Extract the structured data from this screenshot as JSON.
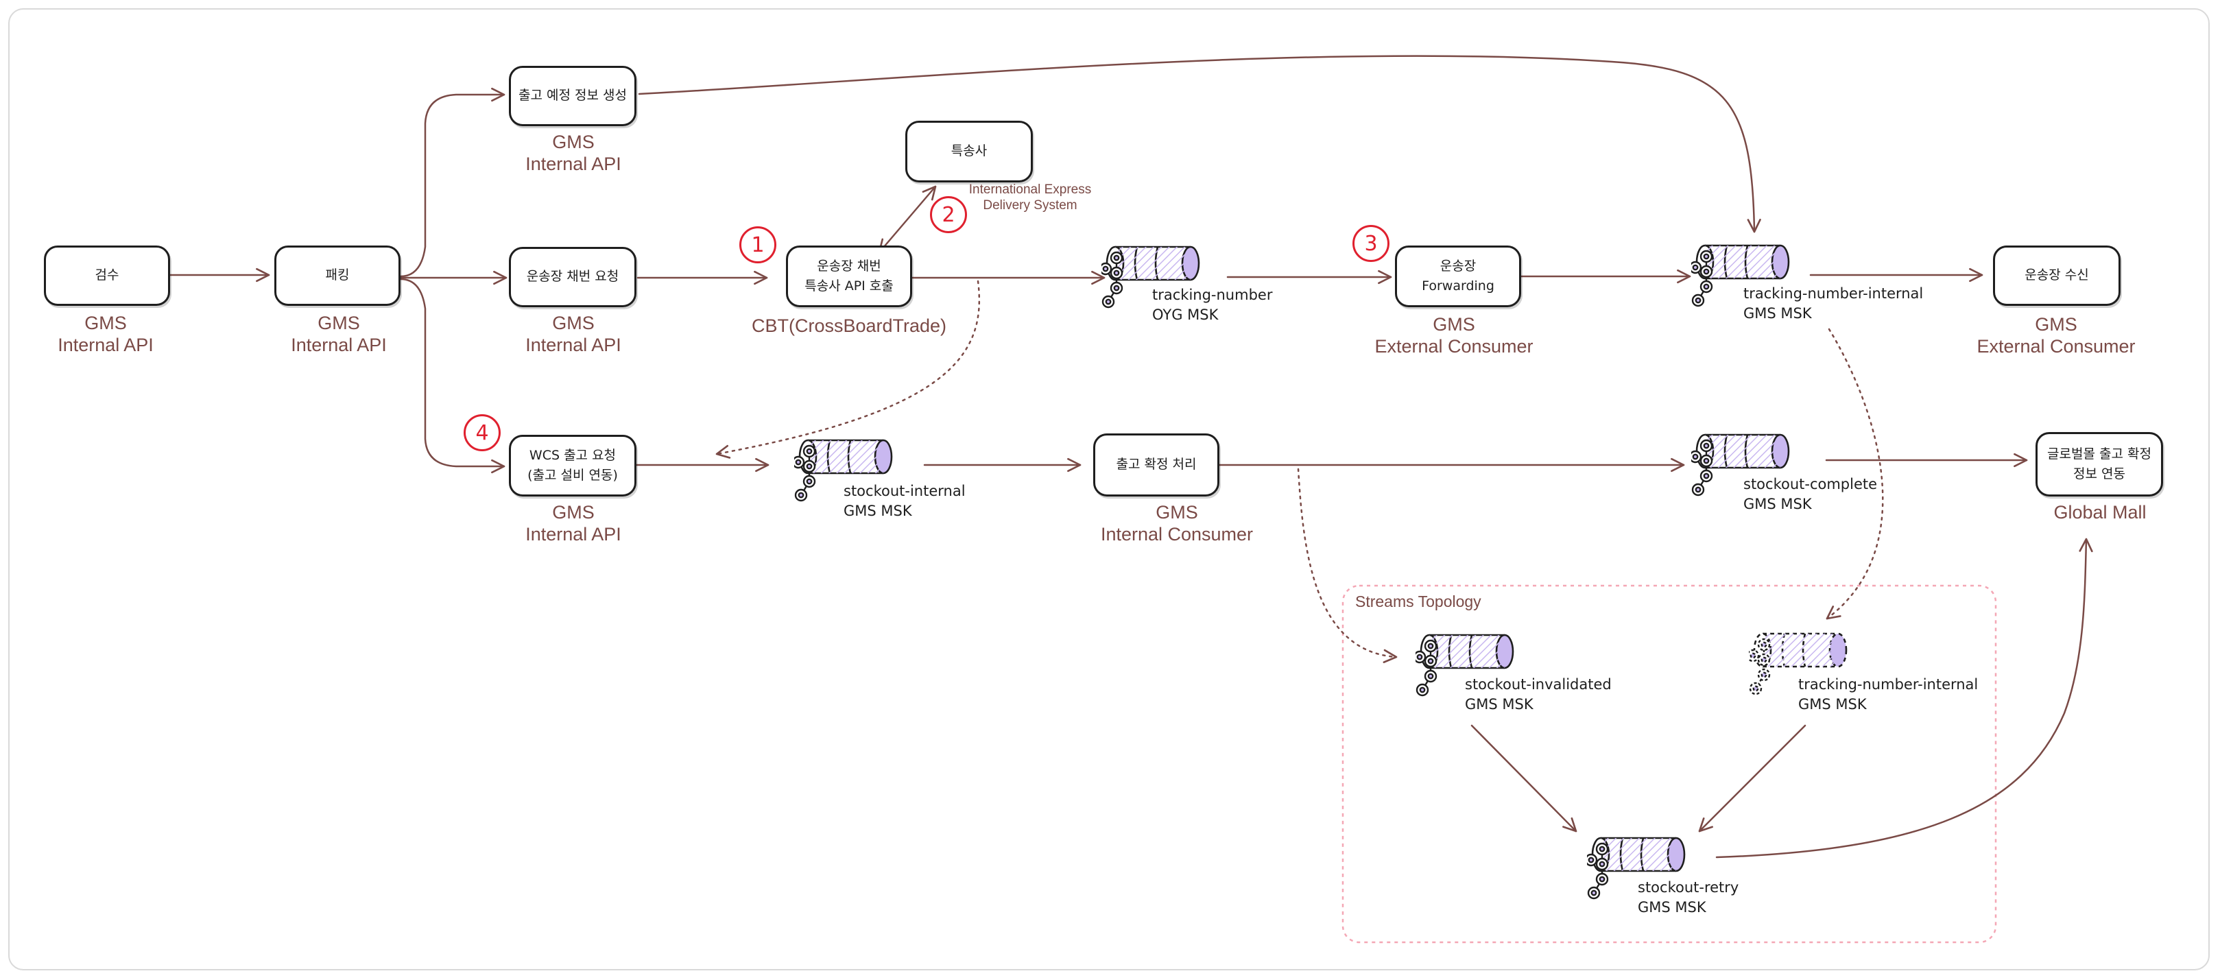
{
  "colors": {
    "arrow": "#7a4a46",
    "stroke": "#1e1e1e",
    "accent": "#c9b8f0",
    "badge": "#e0202e",
    "region": "#f4a7b5"
  },
  "steps": [
    {
      "number": "1"
    },
    {
      "number": "2"
    },
    {
      "number": "3"
    },
    {
      "number": "4"
    }
  ],
  "nodes": {
    "inspection": {
      "text": "검수",
      "caption": "GMS\nInternal API"
    },
    "packing": {
      "text": "패킹",
      "caption": "GMS\nInternal API"
    },
    "planned_info": {
      "text": "출고 예정 정보 생성",
      "caption": "GMS\nInternal API"
    },
    "waybill_request": {
      "text": "운송장 채번 요청",
      "caption": "GMS\nInternal API"
    },
    "wcs_request": {
      "text": "WCS 출고 요청\n(출고 설비 연동)",
      "caption": "GMS\nInternal API"
    },
    "cbt_call": {
      "text": "운송장 채번\n특송사 API 호출",
      "caption": "CBT(CrossBoardTrade)"
    },
    "express": {
      "text": "특송사",
      "caption": "International Express\nDelivery System"
    },
    "forwarding": {
      "text": "운송장\nForwarding",
      "caption": "GMS\nExternal Consumer"
    },
    "waybill_receive": {
      "text": "운송장 수신",
      "caption": "GMS\nExternal Consumer"
    },
    "confirm": {
      "text": "출고 확정 처리",
      "caption": "GMS\nInternal Consumer"
    },
    "global_mall": {
      "text": "글로벌몰 출고 확정\n정보 연동",
      "caption": "Global Mall"
    }
  },
  "topics": {
    "tracking_number": "tracking-number\nOYG MSK",
    "tracking_internal": "tracking-number-internal\nGMS MSK",
    "stockout_internal": "stockout-internal\nGMS MSK",
    "stockout_complete": "stockout-complete\nGMS MSK",
    "stockout_invalidated": "stockout-invalidated\nGMS MSK",
    "tracking_internal_ghost": "tracking-number-internal\nGMS MSK",
    "stockout_retry": "stockout-retry\nGMS MSK"
  },
  "streams_topology": {
    "label": "Streams Topology"
  }
}
